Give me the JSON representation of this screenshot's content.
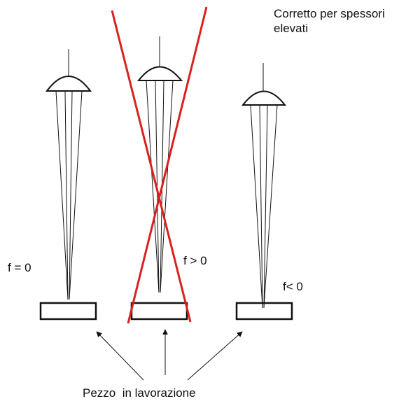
{
  "labels": {
    "note": "Corretto per spessori elevati",
    "f_zero": "f = 0",
    "f_positive": "f > 0",
    "f_negative": "f< 0",
    "caption": "Pezzo  in lavorazione"
  },
  "colors": {
    "background": "#ffffff",
    "line": "#111111",
    "cross": "#d9211f"
  }
}
